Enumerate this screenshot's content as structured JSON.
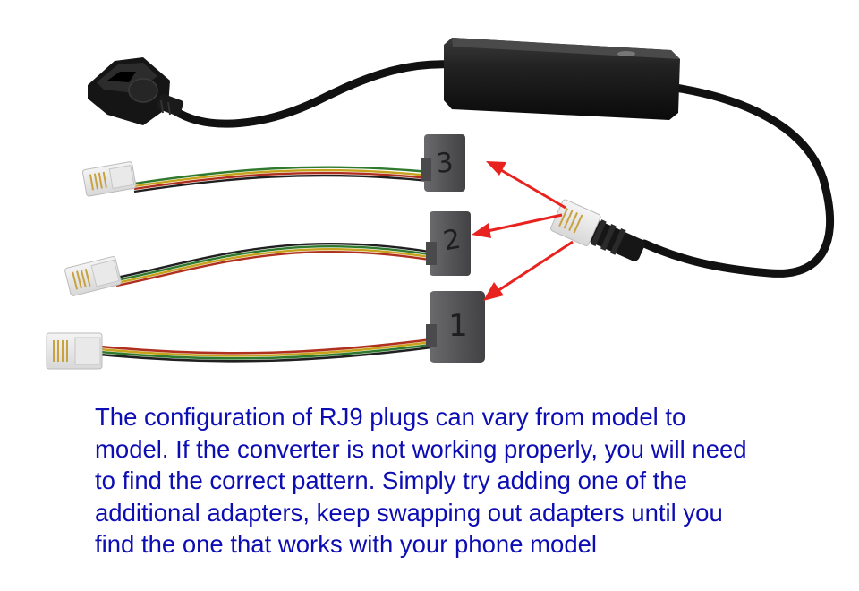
{
  "adapter_labels": [
    "3",
    "2",
    "1"
  ],
  "caption": {
    "lines": [
      "The configuration of RJ9 plugs can vary from model to",
      "model. If the converter is not working properly, you will need",
      "to find the correct pattern. Simply try adding one of the",
      "additional adapters, keep swapping out adapters until you",
      "find the one that works with your phone model"
    ]
  },
  "colors": {
    "caption_text": "#0d0db4",
    "arrow": "#e8231f",
    "cable": "#111111",
    "adapter_body": "#5a5a5c"
  },
  "icons": [
    "usb-female-connector-icon",
    "converter-box-icon",
    "rj-plug-icon",
    "red-arrow-icon"
  ]
}
